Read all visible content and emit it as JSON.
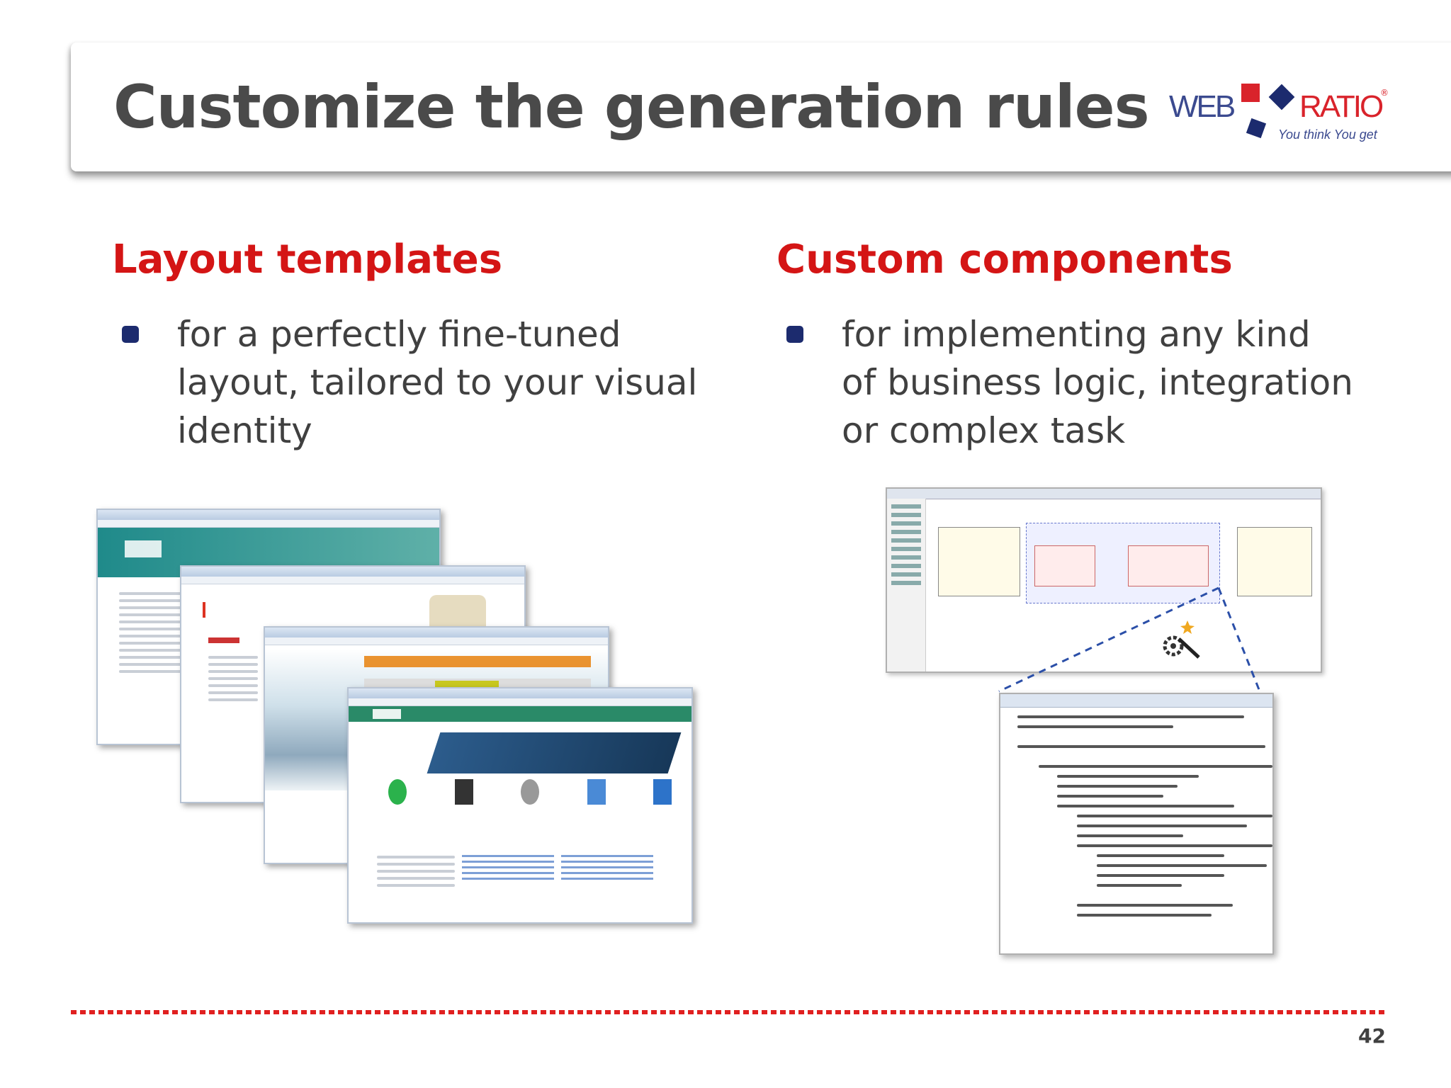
{
  "slide": {
    "title": "Customize the generation rules",
    "page_number": "42"
  },
  "logo": {
    "text_left": "WEB",
    "text_right": "RATIO",
    "registered": "®",
    "tagline": "You think You get"
  },
  "left_column": {
    "heading": "Layout templates",
    "bullets": [
      "for a perfectly fine-tuned layout, tailored to your visual identity"
    ]
  },
  "right_column": {
    "heading": "Custom components",
    "bullets": [
      "for implementing any kind of business logic, integration or complex task"
    ]
  },
  "colors": {
    "heading_red": "#d41515",
    "title_gray": "#4a4a4a",
    "bullet_navy": "#1c2b6e",
    "divider_red": "#e02020"
  }
}
